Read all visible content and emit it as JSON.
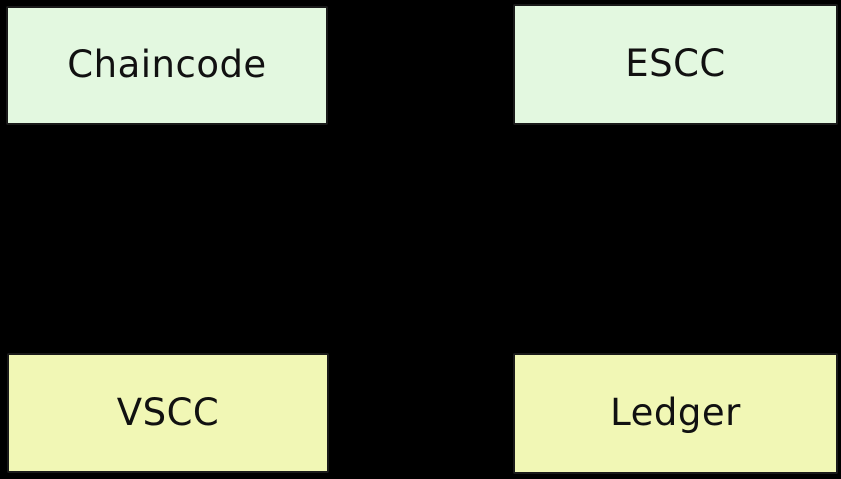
{
  "diagram": {
    "type": "block-diagram",
    "background_color": "#000000",
    "nodes": [
      {
        "id": "chaincode",
        "label": "Chaincode",
        "fill": "#e3f8e0",
        "border": "#1a1a1a",
        "position": "top-left"
      },
      {
        "id": "escc",
        "label": "ESCC",
        "fill": "#e3f8e0",
        "border": "#1a1a1a",
        "position": "top-right"
      },
      {
        "id": "vscc",
        "label": "VSCC",
        "fill": "#f1f7b5",
        "border": "#1a1a1a",
        "position": "bottom-left"
      },
      {
        "id": "ledger",
        "label": "Ledger",
        "fill": "#f1f7b5",
        "border": "#1a1a1a",
        "position": "bottom-right"
      }
    ]
  }
}
